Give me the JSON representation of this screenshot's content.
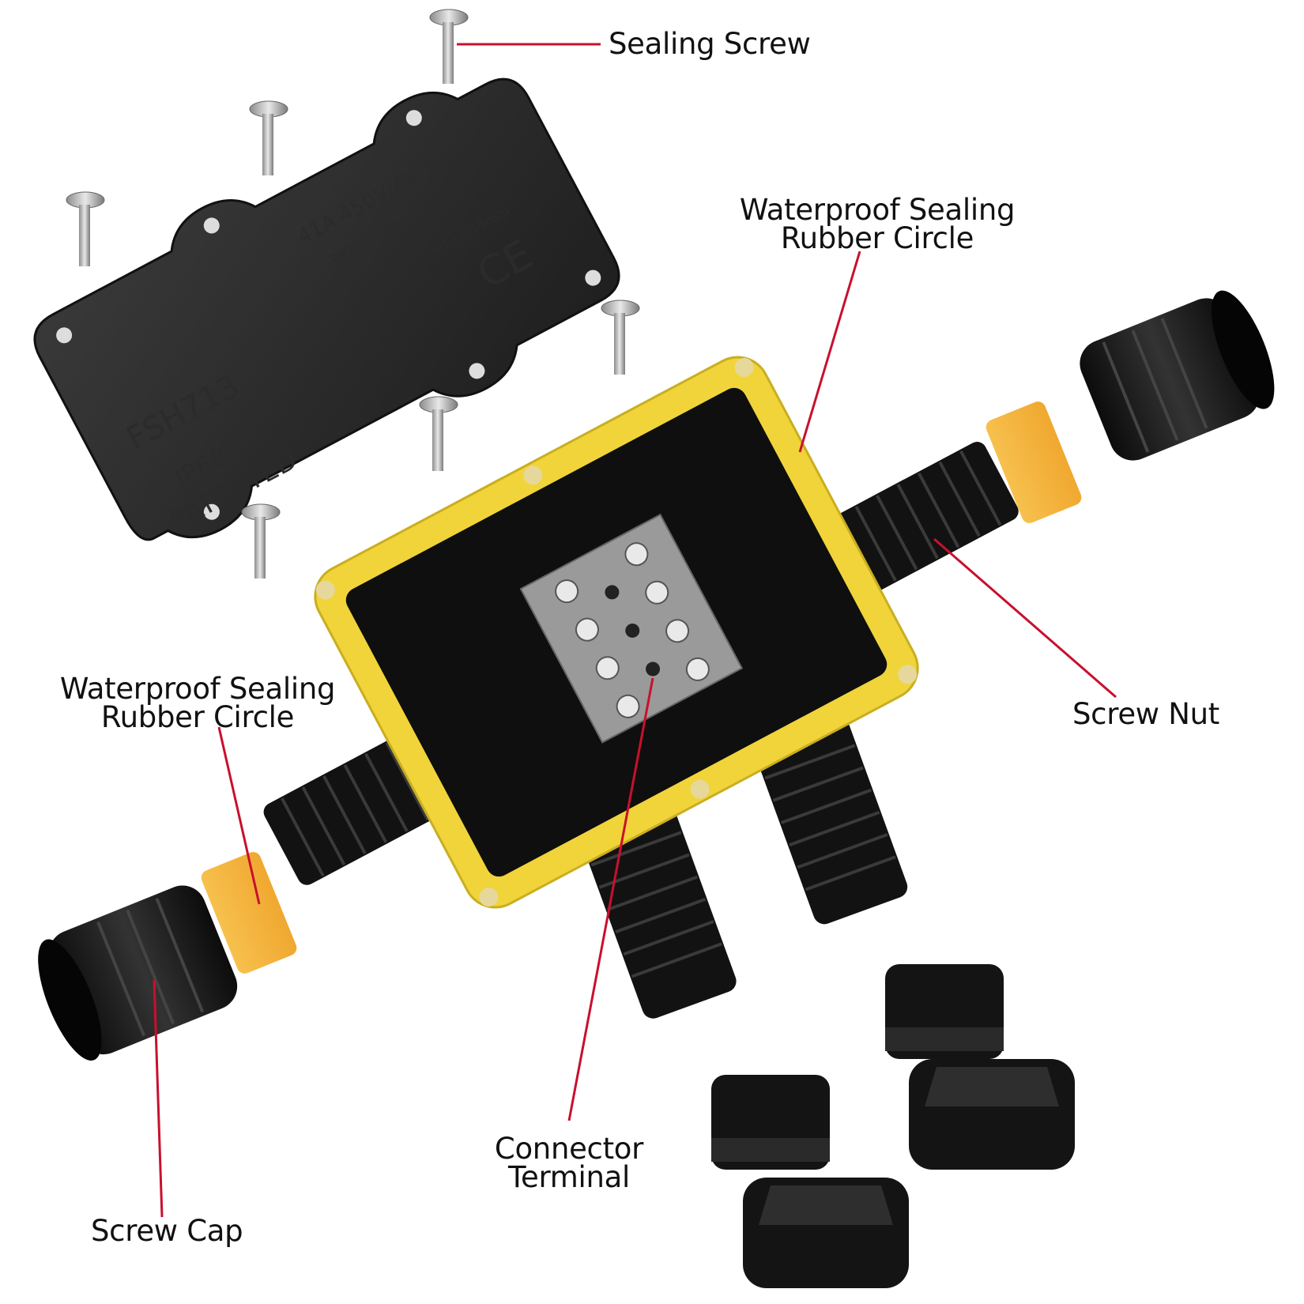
{
  "lid": {
    "model": "FSH713",
    "rating": "41A 450V/AV T85",
    "wires": "3*1.5 3*2.5 4*2.5",
    "cable_range": "5-9mm 9-12mm 12-15mm",
    "protection": "IP68",
    "patent": "PATENTED",
    "mark": "CE"
  },
  "labels": {
    "sealing_screw": "Sealing Screw",
    "waterproof_right_line1": "Waterproof Sealing",
    "waterproof_right_line2": "Rubber Circle",
    "waterproof_left_line1": "Waterproof Sealing",
    "waterproof_left_line2": "Rubber Circle",
    "screw_nut": "Screw Nut",
    "connector_terminal_line1": "Connector",
    "connector_terminal_line2": "Terminal",
    "screw_cap": "Screw Cap"
  },
  "colors": {
    "leader_line": "#c8102e",
    "plastic_black": "#1a1a1a",
    "gasket_yellow": "#f0d43a",
    "rubber_ring": "#f5b540",
    "terminal_grey": "#9a9a9a"
  }
}
